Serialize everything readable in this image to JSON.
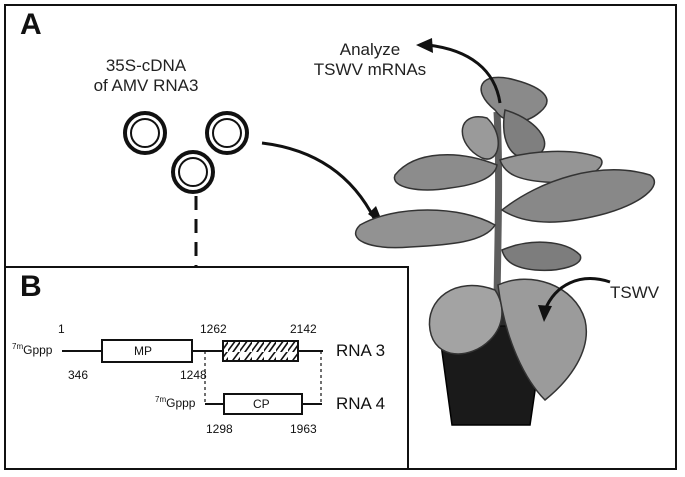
{
  "panel_a": {
    "letter": "A",
    "plasmid_caption_line1": "35S-cDNA",
    "plasmid_caption_line2": "of AMV RNA3",
    "analyze_line1": "Analyze",
    "analyze_line2": "TSWV mRNAs",
    "virus_label": "TSWV"
  },
  "panel_b": {
    "letter": "B",
    "rna3": {
      "cap": "7mGppp",
      "cap_superscript": "7m",
      "cap_base": "Gppp",
      "name": "RNA 3",
      "mp_label": "MP",
      "pos_start": "1",
      "pos_mp_start": "346",
      "pos_mp_end": "1248",
      "pos_1262": "1262",
      "pos_end": "2142"
    },
    "rna4": {
      "cap_superscript": "7m",
      "cap_base": "Gppp",
      "name": "RNA 4",
      "cp_label": "CP",
      "pos_cp_start": "1298",
      "pos_cp_end": "1963"
    }
  },
  "colors": {
    "line": "#111111",
    "plant_leaf": "#8e8e8e",
    "pot": "#1a1a1a"
  }
}
